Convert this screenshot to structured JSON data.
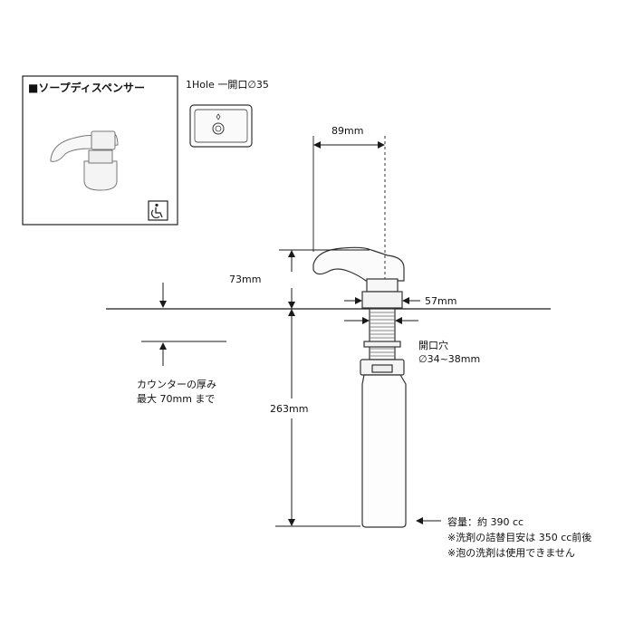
{
  "product_box": {
    "title": "■ソープディスペンサー",
    "accessibility_icon": "wheelchair-icon"
  },
  "hole_spec": {
    "label": "1Hole 一開口∅35"
  },
  "dimensions": {
    "spout_reach": "89mm",
    "height_above_counter": "73mm",
    "base_diameter": "57mm",
    "hole_label": "開口穴",
    "hole_range": "∅34~38mm",
    "below_counter_length": "263mm"
  },
  "counter_note": {
    "line1": "カウンターの厚み",
    "line2": "最大 70mm まで"
  },
  "notes": {
    "capacity": "容量：約 390 cc",
    "refill": "※洗剤の詰替目安は 350 cc前後",
    "foam": "※泡の洗剤は使用できません"
  },
  "colors": {
    "line": "#1a1a1a",
    "background": "#ffffff"
  }
}
